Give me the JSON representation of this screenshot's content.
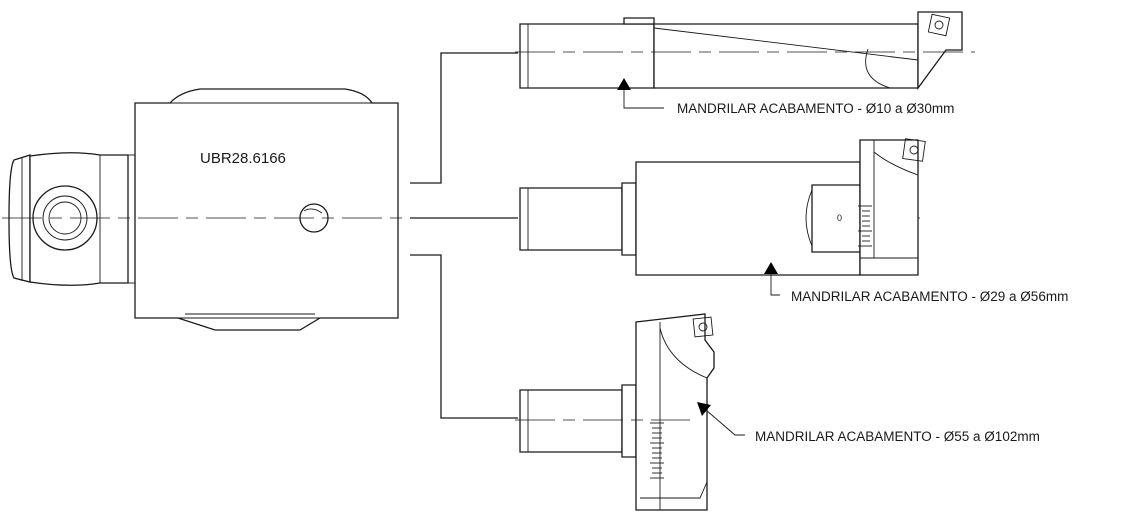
{
  "holder": {
    "model": "UBR28.6166"
  },
  "tools": [
    {
      "label": "MANDRILAR ACABAMENTO - Ø10 a Ø30mm"
    },
    {
      "label": "MANDRILAR ACABAMENTO -  Ø29 a Ø56mm",
      "dial_zero": "0"
    },
    {
      "label": "MANDRILAR ACABAMENTO - Ø55 a Ø102mm"
    }
  ]
}
